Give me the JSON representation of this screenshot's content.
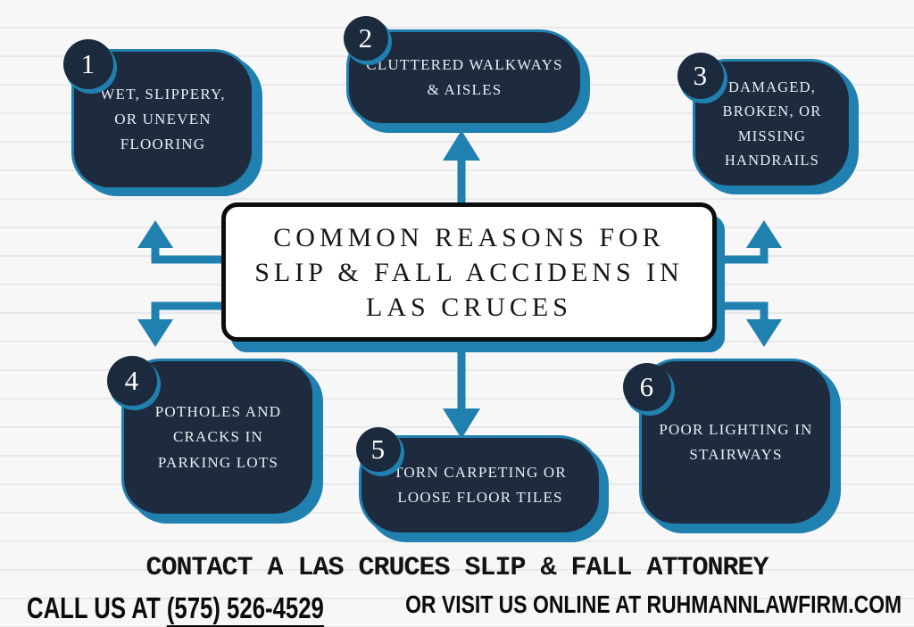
{
  "title": {
    "line1": "COMMON REASONS FOR",
    "line2": "SLIP & FALL ACCIDENS IN",
    "line3": "LAS CRUCES"
  },
  "reasons": [
    {
      "number": "1",
      "text": "WET, SLIPPERY, OR UNEVEN FLOORING"
    },
    {
      "number": "2",
      "text": "CLUTTERED WALKWAYS & AISLES"
    },
    {
      "number": "3",
      "text": "DAMAGED, BROKEN, OR MISSING HANDRAILS"
    },
    {
      "number": "4",
      "text": "POTHOLES AND CRACKS IN PARKING LOTS"
    },
    {
      "number": "5",
      "text": "TORN CARPETING OR LOOSE FLOOR TILES"
    },
    {
      "number": "6",
      "text": "POOR LIGHTING IN STAIRWAYS"
    }
  ],
  "footer": {
    "contact_heading": "CONTACT A LAS CRUCES SLIP & FALL ATTONREY",
    "call_prefix": "CALL US AT ",
    "phone": "(575) 526-4529",
    "visit_line": "OR VISIT US ONLINE AT RUHMANNLAWFIRM.COM"
  },
  "colors": {
    "navy": "#1e2b3e",
    "accent_blue": "#2080b0",
    "background": "#f6f6f7"
  }
}
